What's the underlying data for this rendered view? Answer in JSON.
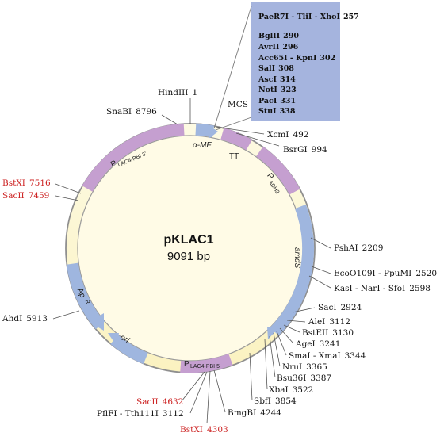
{
  "plasmid": {
    "name": "pKLAC1",
    "size": "9091 bp"
  },
  "mcs": {
    "label": "MCS",
    "sites": [
      {
        "text": "PaeR7I - TliI - XhoI",
        "pos": "257"
      },
      {
        "text": "BglII",
        "pos": "290"
      },
      {
        "text": "AvrII",
        "pos": "296"
      },
      {
        "text": "Acc65I - KpnI",
        "pos": "302"
      },
      {
        "text": "SalI",
        "pos": "308"
      },
      {
        "text": "AscI",
        "pos": "314"
      },
      {
        "text": "NotI",
        "pos": "323"
      },
      {
        "text": "PacI",
        "pos": "331"
      },
      {
        "text": "StuI",
        "pos": "338"
      }
    ]
  },
  "sites": [
    {
      "text": "HindIII",
      "pos": "1"
    },
    {
      "text": "SnaBI",
      "pos": "8796"
    },
    {
      "text": "XcmI",
      "pos": "492"
    },
    {
      "text": "BsrGI",
      "pos": "994"
    },
    {
      "text": "PshAI",
      "pos": "2209"
    },
    {
      "text": "EcoO109I - PpuMI",
      "pos": "2520"
    },
    {
      "text": "KasI - NarI - SfoI",
      "pos": "2598"
    },
    {
      "text": "SacI",
      "pos": "2924"
    },
    {
      "text": "AleI",
      "pos": "3112"
    },
    {
      "text": "BstEII",
      "pos": "3130"
    },
    {
      "text": "AgeI",
      "pos": "3241"
    },
    {
      "text": "SmaI - XmaI",
      "pos": "3344"
    },
    {
      "text": "NruI",
      "pos": "3365"
    },
    {
      "text": "Bsu36I",
      "pos": "3387"
    },
    {
      "text": "XbaI",
      "pos": "3522"
    },
    {
      "text": "SbfI",
      "pos": "3854"
    },
    {
      "text": "BmgBI",
      "pos": "4244"
    },
    {
      "text": "BstXI",
      "pos": "4303"
    },
    {
      "text": "PflFI - Tth111I",
      "pos": "3112"
    },
    {
      "text": "SacII",
      "pos": "4632"
    },
    {
      "text": "AhdI",
      "pos": "5913"
    },
    {
      "text": "SacII",
      "pos": "7459"
    },
    {
      "text": "BstXI",
      "pos": "7516"
    }
  ],
  "features": {
    "alpha_mf": "α-MF",
    "tt": "TT",
    "padh2_p": "P",
    "padh2_sub": "ADH2",
    "amds": "amdS",
    "plac_bottom_p": "P",
    "plac_bottom_sub": "LAC4-PBI 5'",
    "plac_top_p": "P",
    "plac_top_sub": "LAC4-PBI 3'",
    "apr": "Ap",
    "apr_sup": "R",
    "ori": "ori"
  },
  "colors": {
    "backbone_fill": "#fdf8d4",
    "backbone_stroke": "#8f8f8f",
    "purple_feature": "#c59fd0",
    "blue_feature": "#9fb6df",
    "mcs_box": "#a5b4de",
    "red_site": "#cc1f1f"
  }
}
